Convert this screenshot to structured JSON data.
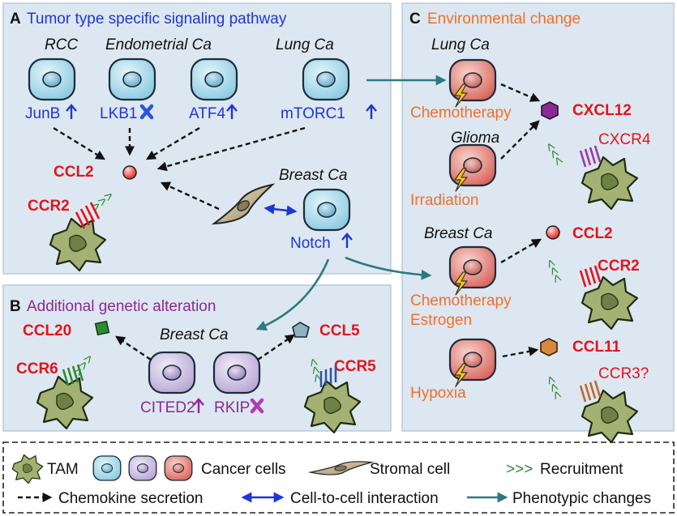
{
  "panel_a": {
    "letter": "A",
    "title": "Tumor type specific signaling pathway",
    "tumor_rcc": "RCC",
    "tumor_endo": "Endometrial Ca",
    "tumor_lung": "Lung Ca",
    "tumor_breast": "Breast Ca",
    "mol_junb": "JunB",
    "mol_lkb1": "LKB1",
    "mol_atf4": "ATF4",
    "mol_mtorc1": "mTORC1",
    "mol_notch": "Notch",
    "chemokine": "CCL2",
    "receptor": "CCR2"
  },
  "panel_b": {
    "letter": "B",
    "title": "Additional genetic alteration",
    "tumor": "Breast Ca",
    "mol_cited2": "CITED2",
    "mol_rkip": "RKIP",
    "chemokine_left": "CCL20",
    "receptor_left": "CCR6",
    "chemokine_right": "CCL5",
    "receptor_right": "CCR5"
  },
  "panel_c": {
    "letter": "C",
    "title": "Environmental change",
    "tumor_lung": "Lung Ca",
    "tumor_glioma": "Glioma",
    "tumor_breast": "Breast Ca",
    "stim_chemo1": "Chemotherapy",
    "stim_irradiation": "Irradiation",
    "stim_chemo2": "Chemotherapy",
    "stim_estrogen": "Estrogen",
    "stim_hypoxia": "Hypoxia",
    "chem_cxcl12": "CXCL12",
    "rec_cxcr4": "CXCR4",
    "chem_ccl2": "CCL2",
    "rec_ccr2": "CCR2",
    "chem_ccl11": "CCL11",
    "rec_ccr3": "CCR3?"
  },
  "legend": {
    "tam": "TAM",
    "cancer_cells": "Cancer cells",
    "stromal": "Stromal cell",
    "recruitment_symbol": ">>>",
    "recruitment": "Recruitment",
    "secretion": "Chemokine secretion",
    "interaction": "Cell-to-cell interaction",
    "phenotypic": "Phenotypic changes"
  },
  "colors": {
    "panel_bg": "#dde7f1",
    "panel_border": "#b9cadb",
    "blue_cell": "#a9d7e8",
    "purple_cell": "#cfc3e3",
    "red_cell": "#e58d87",
    "tam": "#9cad6d",
    "blue_text": "#1f36d6",
    "red_text": "#e2141b",
    "orange_text": "#f0702a",
    "purple_text": "#8a2a94",
    "teal_arrow": "#2e7a7e",
    "green_chevron": "#2f8a32"
  }
}
